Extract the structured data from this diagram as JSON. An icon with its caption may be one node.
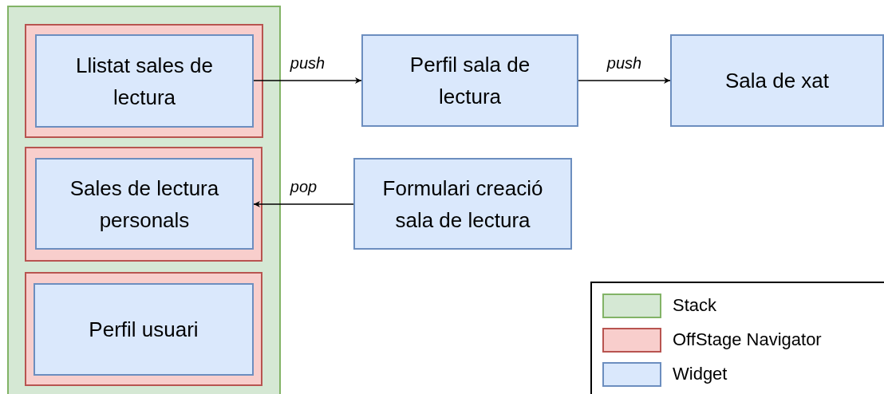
{
  "diagram": {
    "nodes": [
      {
        "text": [],
        "shape": "box"
      },
      {
        "text": [],
        "shape": "box",
        "in": 0
      },
      {
        "text": [
          "Llistat sales de lectura"
        ],
        "in": 1
      },
      {
        "text": [],
        "shape": "box",
        "in": 0
      },
      {
        "text": [
          "Sales de lectura personals"
        ],
        "in": 3
      },
      {
        "text": [],
        "shape": "box",
        "in": 0
      },
      {
        "text": [
          "Perfil usuari"
        ],
        "in": 5
      },
      {
        "text": [
          "Perfil sala de lectura"
        ]
      },
      {
        "text": [
          "Sala de xat"
        ]
      },
      {
        "text": [
          "Formulari creació sala de lectura"
        ]
      }
    ],
    "edges": [
      {
        "from": 2,
        "to": 7,
        "arrow": "to",
        "label": "push"
      },
      {
        "from": 7,
        "to": 8,
        "arrow": "to",
        "label": "push"
      },
      {
        "from": 9,
        "to": 4,
        "arrow": "to",
        "label": "pop"
      }
    ],
    "legend": [
      {
        "text": "Stack",
        "color": "#d5e8d4"
      },
      {
        "text": "OffStage Navigator",
        "color": "#f8cecc"
      },
      {
        "text": "Widget",
        "color": "#dae8fc"
      }
    ]
  }
}
